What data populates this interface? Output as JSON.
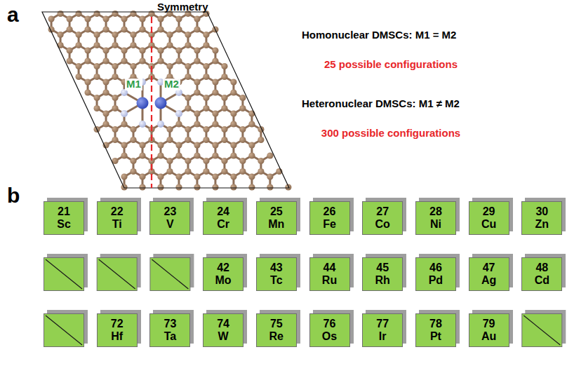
{
  "diagram": {
    "nodes": [
      {
        "text": [
          "21",
          "Sc"
        ]
      },
      {
        "text": [
          "22",
          "Ti"
        ]
      },
      {
        "text": [
          "23",
          "V"
        ]
      },
      {
        "text": [
          "24",
          "Cr"
        ]
      },
      {
        "text": [
          "25",
          "Mn"
        ]
      },
      {
        "text": [
          "26",
          "Fe"
        ]
      },
      {
        "text": [
          "27",
          "Co"
        ]
      },
      {
        "text": [
          "28",
          "Ni"
        ]
      },
      {
        "text": [
          "29",
          "Cu"
        ]
      },
      {
        "text": [
          "30",
          "Zn"
        ]
      },
      {
        "text": [
          "42",
          "Mo"
        ]
      },
      {
        "text": [
          "43",
          "Tc"
        ]
      },
      {
        "text": [
          "44",
          "Ru"
        ]
      },
      {
        "text": [
          "45",
          "Rh"
        ]
      },
      {
        "text": [
          "46",
          "Pd"
        ]
      },
      {
        "text": [
          "47",
          "Ag"
        ]
      },
      {
        "text": [
          "48",
          "Cd"
        ]
      },
      {
        "text": [
          "72",
          "Hf"
        ]
      },
      {
        "text": [
          "73",
          "Ta"
        ]
      },
      {
        "text": [
          "74",
          "W"
        ]
      },
      {
        "text": [
          "75",
          "Re"
        ]
      },
      {
        "text": [
          "76",
          "Os"
        ]
      },
      {
        "text": [
          "77",
          "Ir"
        ]
      },
      {
        "text": [
          "78",
          "Pt"
        ]
      },
      {
        "text": [
          "79",
          "Au"
        ]
      }
    ],
    "labels": [
      "a",
      "Symmetry",
      "M1",
      "M2",
      "Homonuclear DMSCs: M1 = M2",
      "25 possible configurations",
      "Heteronuclear DMSCs: M1 ≠ M2",
      "300 possible configurations",
      "b"
    ]
  }
}
